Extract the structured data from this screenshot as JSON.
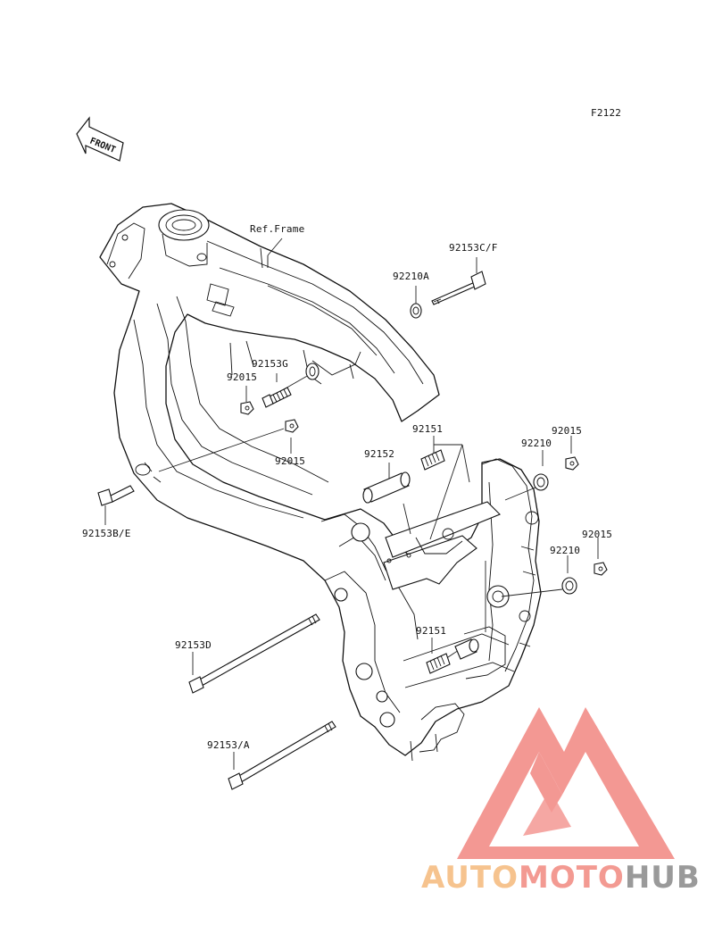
{
  "diagram": {
    "code": "F2122",
    "front_label": "FRONT",
    "ref_label": "Ref.Frame",
    "parts": [
      {
        "id": "92153C/F"
      },
      {
        "id": "92210A"
      },
      {
        "id": "92153G"
      },
      {
        "id": "92015"
      },
      {
        "id": "92015"
      },
      {
        "id": "92151"
      },
      {
        "id": "92152"
      },
      {
        "id": "92210"
      },
      {
        "id": "92015"
      },
      {
        "id": "92153B/E"
      },
      {
        "id": "92015"
      },
      {
        "id": "92210"
      },
      {
        "id": "92153D"
      },
      {
        "id": "92151"
      },
      {
        "id": "92153/A"
      }
    ]
  },
  "watermark": {
    "word_1": "AUTO",
    "word_2": "MOTO",
    "word_3": "HUB",
    "colors": {
      "auto": "#f6c38e",
      "moto": "#f39a92",
      "hub": "#9a9a9a",
      "logo": "#f28d88"
    }
  }
}
